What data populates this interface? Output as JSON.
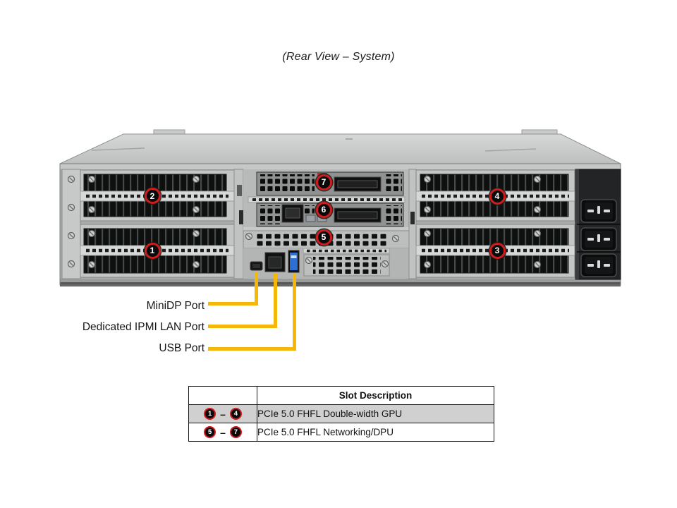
{
  "title": "(Rear View – System)",
  "callouts": {
    "slot1": "1",
    "slot2": "2",
    "slot3": "3",
    "slot4": "4",
    "slot5": "5",
    "slot6": "6",
    "slot7": "7"
  },
  "port_labels": {
    "minidp": "MiniDP Port",
    "ipmi_lan": "Dedicated IPMI LAN Port",
    "usb": "USB Port"
  },
  "slot_table": {
    "header": "Slot Description",
    "rows": [
      {
        "range_start": "1",
        "range_end": "4",
        "separator": "–",
        "description": "PCIe 5.0 FHFL Double-width GPU"
      },
      {
        "range_start": "5",
        "range_end": "7",
        "separator": "–",
        "description": "PCIe 5.0 FHFL Networking/DPU"
      }
    ]
  },
  "colors": {
    "callout_ring": "#cf1d1d",
    "leader_line": "#f5b70a",
    "usb_port_blue": "#2d6fd2",
    "table_row_gray": "#d0d0d0"
  }
}
